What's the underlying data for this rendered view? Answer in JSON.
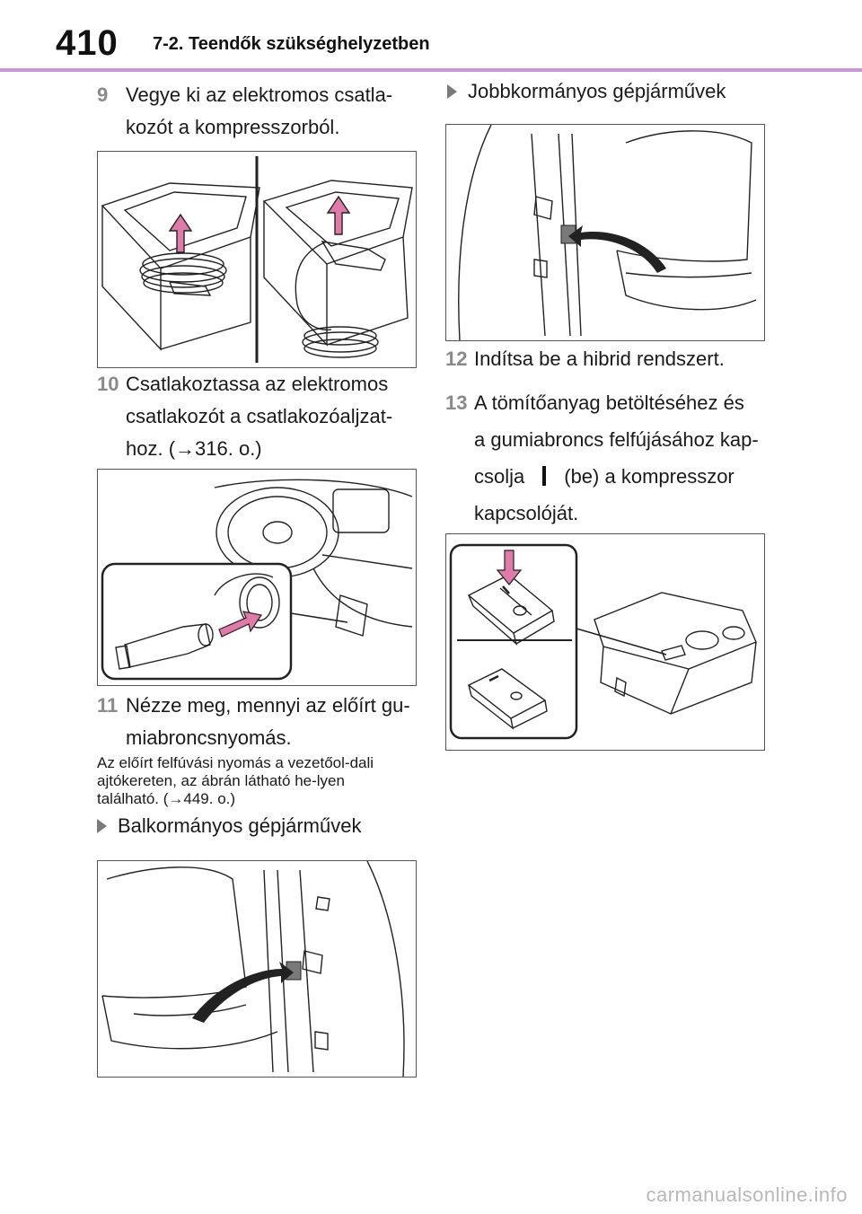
{
  "header": {
    "page_number": "410",
    "section_title": "7-2. Teendők szükséghelyzetben"
  },
  "left_column": {
    "step9": {
      "number": "9",
      "text": "Vegye ki az elektromos csatla-kozót a kompresszorból."
    },
    "step10": {
      "number": "10",
      "text": "Csatlakoztassa az elektromos csatlakozót a csatlakozóaljzat-hoz. (→316. o.)"
    },
    "step11": {
      "number": "11",
      "text": "Nézze meg, mennyi az előírt gu-miabroncsnyomás."
    },
    "note": "Az előírt felfúvási nyomás a vezetőol-dali ajtókereten, az ábrán látható he-lyen található. (→449. o.)",
    "subhead_lhd": "Balkormányos gépjárművek"
  },
  "right_column": {
    "subhead_rhd": "Jobbkormányos gépjárművek",
    "step12": {
      "number": "12",
      "text": "Indítsa be a hibrid rendszert."
    },
    "step13": {
      "number": "13",
      "line1": "A tömítőanyag betöltéséhez és",
      "line2": "a gumiabroncs felfújásához kap-",
      "line3_before": "csolja",
      "line3_after": "(be) a kompresszor",
      "line4": "kapcsolóját."
    }
  },
  "footer": {
    "watermark": "carmanualsonline.info"
  },
  "colors": {
    "accent_rule": "#c996d8",
    "step_number": "#8a8a8a",
    "arrow_fill": "#e07aa8"
  }
}
